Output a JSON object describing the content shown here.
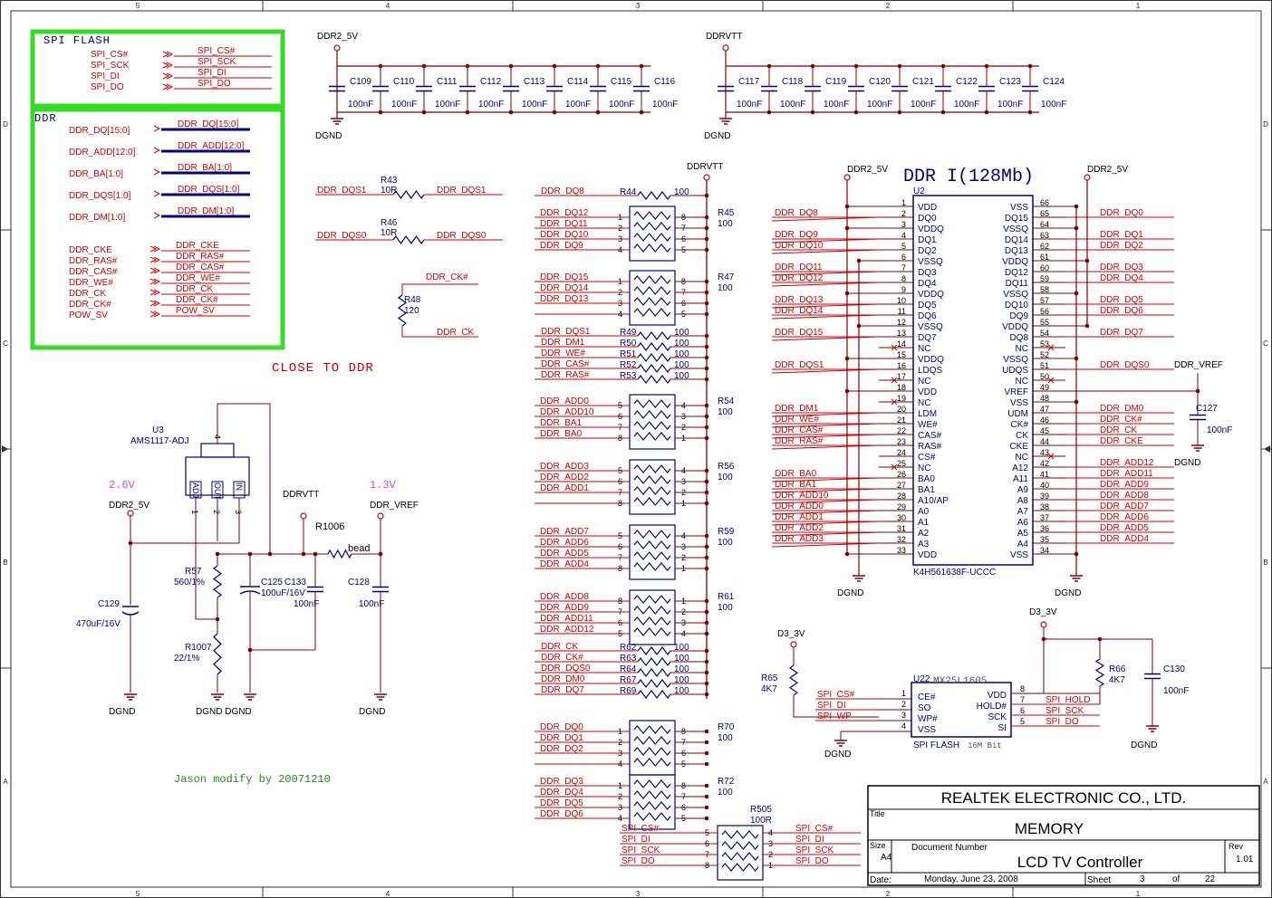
{
  "border": {
    "cols": [
      "5",
      "4",
      "3",
      "2",
      "1"
    ],
    "rows": [
      "D",
      "C",
      "B",
      "A"
    ]
  },
  "boxes": {
    "spi_title": "SPI FLASH",
    "spi_ports": [
      "SPI_CS#",
      "SPI_SCK",
      "SPI_DI",
      "SPI_DO"
    ],
    "spi_nets": [
      "SPI_CS#",
      "SPI_SCK",
      "SPI_DI",
      "SPI_DO"
    ],
    "ddr_title": "DDR",
    "ddr_bus_ports": [
      "DDR_DQ[15:0]",
      "DDR_ADD[12:0]",
      "DDR_BA[1:0]",
      "DDR_DQS[1:0]",
      "DDR_DM[1:0]"
    ],
    "ddr_bus_nets": [
      "DDR_DQ[15:0]",
      "DDR_ADD[12:0]",
      "DDR_BA[1:0]",
      "DDR_DQS[1:0]",
      "DDR_DM[1:0]"
    ],
    "ddr_ctl_ports": [
      "DDR_CKE",
      "DDR_RAS#",
      "DDR_CAS#",
      "DDR_WE#",
      "DDR_CK",
      "DDR_CK#",
      "POW_SV"
    ],
    "ddr_ctl_nets": [
      "DDR_CKE",
      "DDR_RAS#",
      "DDR_CAS#",
      "DDR_WE#",
      "DDR_CK",
      "DDR_CK#",
      "POW_SV"
    ]
  },
  "close_note": "CLOSE TO DDR",
  "caps_left": {
    "rail": "DDR2_5V",
    "gnd": "DGND",
    "refs": [
      "C109",
      "C110",
      "C111",
      "C112",
      "C113",
      "C114",
      "C115",
      "C116"
    ],
    "vals": [
      "100nF",
      "100nF",
      "100nF",
      "100nF",
      "100nF",
      "100nF",
      "100nF",
      "100nF"
    ]
  },
  "caps_right": {
    "rail": "DDRVTT",
    "gnd": "DGND",
    "refs": [
      "C117",
      "C118",
      "C119",
      "C120",
      "C121",
      "C122",
      "C123",
      "C124"
    ],
    "vals": [
      "100nF",
      "100nF",
      "100nF",
      "100nF",
      "100nF",
      "100nF",
      "100nF",
      "100nF"
    ]
  },
  "dqs_res": {
    "r43": {
      "ref": "R43",
      "val": "10R",
      "left": "DDR_DQS1",
      "right": "DDR_DQS1"
    },
    "r46": {
      "ref": "R46",
      "val": "10R",
      "left": "DDR_DQS0",
      "right": "DDR_DQS0"
    },
    "r48": {
      "ref": "R48",
      "val": "120",
      "top": "DDR_CK#",
      "bottom": "DDR_CK"
    }
  },
  "termination": {
    "rail": "DDRVTT",
    "singles": [
      {
        "ref": "R44",
        "val": "100",
        "net": "DDR_DQ8"
      },
      {
        "ref": "R49",
        "val": "100",
        "net": "DDR_DQS1"
      },
      {
        "ref": "R50",
        "val": "100",
        "net": "DDR_DM1"
      },
      {
        "ref": "R51",
        "val": "100",
        "net": "DDR_WE#"
      },
      {
        "ref": "R52",
        "val": "100",
        "net": "DDR_CAS#"
      },
      {
        "ref": "R53",
        "val": "100",
        "net": "DDR_RAS#"
      },
      {
        "ref": "R62",
        "val": "100",
        "net": "DDR_CK"
      },
      {
        "ref": "R63",
        "val": "100",
        "net": "DDR_CK#"
      },
      {
        "ref": "R64",
        "val": "100",
        "net": "DDR_DQS0"
      },
      {
        "ref": "R67",
        "val": "100",
        "net": "DDR_DM0"
      },
      {
        "ref": "R69",
        "val": "100",
        "net": "DDR_DQ7"
      }
    ],
    "packs": [
      {
        "ref": "R45",
        "val": "100",
        "nets": [
          "DDR_DQ12",
          "DDR_DQ11",
          "DDR_DQ10",
          "DDR_DQ9"
        ],
        "lp": [
          "1",
          "2",
          "3",
          "4"
        ],
        "rp": [
          "8",
          "7",
          "6",
          "5"
        ]
      },
      {
        "ref": "R47",
        "val": "100",
        "nets": [
          "DDR_DQ15",
          "DDR_DQ14",
          "DDR_DQ13",
          ""
        ],
        "lp": [
          "1",
          "2",
          "3",
          "4"
        ],
        "rp": [
          "8",
          "7",
          "6",
          "5"
        ]
      },
      {
        "ref": "R54",
        "val": "100",
        "nets": [
          "DDR_ADD0",
          "DDR_ADD10",
          "DDR_BA1",
          "DDR_BA0"
        ],
        "lp": [
          "5",
          "6",
          "7",
          "8"
        ],
        "rp": [
          "4",
          "3",
          "2",
          "1"
        ]
      },
      {
        "ref": "R56",
        "val": "100",
        "nets": [
          "DDR_ADD3",
          "DDR_ADD2",
          "DDR_ADD1",
          ""
        ],
        "lp": [
          "5",
          "6",
          "7",
          "8"
        ],
        "rp": [
          "4",
          "3",
          "2",
          "1"
        ]
      },
      {
        "ref": "R59",
        "val": "100",
        "nets": [
          "DDR_ADD7",
          "DDR_ADD6",
          "DDR_ADD5",
          "DDR_ADD4"
        ],
        "lp": [
          "5",
          "6",
          "7",
          "8"
        ],
        "rp": [
          "4",
          "3",
          "2",
          "1"
        ]
      },
      {
        "ref": "R61",
        "val": "100",
        "nets": [
          "DDR_ADD8",
          "DDR_ADD9",
          "DDR_ADD11",
          "DDR_ADD12"
        ],
        "lp": [
          "8",
          "7",
          "6",
          "5"
        ],
        "rp": [
          "1",
          "2",
          "3",
          "4"
        ]
      },
      {
        "ref": "R70",
        "val": "100",
        "nets": [
          "DDR_DQ0",
          "DDR_DQ1",
          "DDR_DQ2",
          ""
        ],
        "lp": [
          "1",
          "2",
          "3",
          "4"
        ],
        "rp": [
          "8",
          "7",
          "6",
          "5"
        ]
      },
      {
        "ref": "R72",
        "val": "100",
        "nets": [
          "DDR_DQ3",
          "DDR_DQ4",
          "DDR_DQ5",
          "DDR_DQ6"
        ],
        "lp": [
          "1",
          "2",
          "3",
          "4"
        ],
        "rp": [
          "8",
          "7",
          "6",
          "5"
        ]
      }
    ]
  },
  "r505": {
    "ref": "R505",
    "val": "100R",
    "left": [
      "SPI_CS#",
      "SPI_DI",
      "SPI_SCK",
      "SPI_DO"
    ],
    "lp": [
      "5",
      "6",
      "7",
      "8"
    ],
    "right": [
      "SPI_CS#",
      "SPI_DI",
      "SPI_SCK",
      "SPI_DO"
    ],
    "rp": [
      "4",
      "3",
      "2",
      "1"
    ]
  },
  "ddr_chip": {
    "title": "DDR I(128Mb)",
    "ref": "U2",
    "part": "K4H561638F-UCCC",
    "rail_left": "DDR2_5V",
    "rail_right": "DDR2_5V",
    "gnd_left": "DGND",
    "gnd_right": "DGND",
    "vref": "DDR_VREF",
    "cap_ref": "C127",
    "cap_val": "100nF",
    "cap_gnd": "DGND",
    "left_pins": [
      {
        "n": "1",
        "name": "VDD",
        "net": ""
      },
      {
        "n": "2",
        "name": "DQ0",
        "net": "DDR_DQ8"
      },
      {
        "n": "3",
        "name": "VDDQ",
        "net": ""
      },
      {
        "n": "4",
        "name": "DQ1",
        "net": "DDR_DQ9"
      },
      {
        "n": "5",
        "name": "DQ2",
        "net": "DDR_DQ10"
      },
      {
        "n": "6",
        "name": "VSSQ",
        "net": ""
      },
      {
        "n": "7",
        "name": "DQ3",
        "net": "DDR_DQ11"
      },
      {
        "n": "8",
        "name": "DQ4",
        "net": "DDR_DQ12"
      },
      {
        "n": "9",
        "name": "VDDQ",
        "net": ""
      },
      {
        "n": "10",
        "name": "DQ5",
        "net": "DDR_DQ13"
      },
      {
        "n": "11",
        "name": "DQ6",
        "net": "DDR_DQ14"
      },
      {
        "n": "12",
        "name": "VSSQ",
        "net": ""
      },
      {
        "n": "13",
        "name": "DQ7",
        "net": "DDR_DQ15"
      },
      {
        "n": "14",
        "name": "NC",
        "net": ""
      },
      {
        "n": "15",
        "name": "VDDQ",
        "net": ""
      },
      {
        "n": "16",
        "name": "LDQS",
        "net": "DDR_DQS1"
      },
      {
        "n": "17",
        "name": "NC",
        "net": ""
      },
      {
        "n": "18",
        "name": "VDD",
        "net": ""
      },
      {
        "n": "19",
        "name": "NC",
        "net": ""
      },
      {
        "n": "20",
        "name": "LDM",
        "net": "DDR_DM1"
      },
      {
        "n": "21",
        "name": "WE#",
        "net": "DDR_WE#"
      },
      {
        "n": "22",
        "name": "CAS#",
        "net": "DDR_CAS#"
      },
      {
        "n": "23",
        "name": "RAS#",
        "net": "DDR_RAS#"
      },
      {
        "n": "24",
        "name": "CS#",
        "net": ""
      },
      {
        "n": "25",
        "name": "NC",
        "net": ""
      },
      {
        "n": "26",
        "name": "BA0",
        "net": "DDR_BA0"
      },
      {
        "n": "27",
        "name": "BA1",
        "net": "DDR_BA1"
      },
      {
        "n": "28",
        "name": "A10/AP",
        "net": "DDR_ADD10"
      },
      {
        "n": "29",
        "name": "A0",
        "net": "DDR_ADD0"
      },
      {
        "n": "30",
        "name": "A1",
        "net": "DDR_ADD1"
      },
      {
        "n": "31",
        "name": "A2",
        "net": "DDR_ADD2"
      },
      {
        "n": "32",
        "name": "A3",
        "net": "DDR_ADD3"
      },
      {
        "n": "33",
        "name": "VDD",
        "net": ""
      }
    ],
    "right_pins": [
      {
        "n": "66",
        "name": "VSS",
        "net": ""
      },
      {
        "n": "65",
        "name": "DQ15",
        "net": "DDR_DQ0"
      },
      {
        "n": "64",
        "name": "VSSQ",
        "net": ""
      },
      {
        "n": "63",
        "name": "DQ14",
        "net": "DDR_DQ1"
      },
      {
        "n": "62",
        "name": "DQ13",
        "net": "DDR_DQ2"
      },
      {
        "n": "61",
        "name": "VDDQ",
        "net": ""
      },
      {
        "n": "60",
        "name": "DQ12",
        "net": "DDR_DQ3"
      },
      {
        "n": "59",
        "name": "DQ11",
        "net": "DDR_DQ4"
      },
      {
        "n": "58",
        "name": "VSSQ",
        "net": ""
      },
      {
        "n": "57",
        "name": "DQ10",
        "net": "DDR_DQ5"
      },
      {
        "n": "56",
        "name": "DQ9",
        "net": "DDR_DQ6"
      },
      {
        "n": "55",
        "name": "VDDQ",
        "net": ""
      },
      {
        "n": "54",
        "name": "DQ8",
        "net": "DDR_DQ7"
      },
      {
        "n": "53",
        "name": "NC",
        "net": ""
      },
      {
        "n": "52",
        "name": "VSSQ",
        "net": ""
      },
      {
        "n": "51",
        "name": "UDQS",
        "net": "DDR_DQS0"
      },
      {
        "n": "50",
        "name": "NC",
        "net": ""
      },
      {
        "n": "49",
        "name": "VREF",
        "net": ""
      },
      {
        "n": "48",
        "name": "VSS",
        "net": ""
      },
      {
        "n": "47",
        "name": "UDM",
        "net": "DDR_DM0"
      },
      {
        "n": "46",
        "name": "CK#",
        "net": "DDR_CK#"
      },
      {
        "n": "45",
        "name": "CK",
        "net": "DDR_CK"
      },
      {
        "n": "44",
        "name": "CKE",
        "net": "DDR_CKE"
      },
      {
        "n": "43",
        "name": "NC",
        "net": ""
      },
      {
        "n": "42",
        "name": "A12",
        "net": "DDR_ADD12"
      },
      {
        "n": "41",
        "name": "A11",
        "net": "DDR_ADD11"
      },
      {
        "n": "40",
        "name": "A9",
        "net": "DDR_ADD9"
      },
      {
        "n": "39",
        "name": "A8",
        "net": "DDR_ADD8"
      },
      {
        "n": "38",
        "name": "A7",
        "net": "DDR_ADD7"
      },
      {
        "n": "37",
        "name": "A6",
        "net": "DDR_ADD6"
      },
      {
        "n": "36",
        "name": "A5",
        "net": "DDR_ADD5"
      },
      {
        "n": "35",
        "name": "A4",
        "net": "DDR_ADD4"
      },
      {
        "n": "34",
        "name": "VSS",
        "net": ""
      }
    ]
  },
  "regulator": {
    "ref": "U3",
    "part": "AMS1117-ADJ",
    "pin_labels": [
      "ADJ",
      "OUT",
      "IN"
    ],
    "pins": [
      "1",
      "2",
      "3",
      "4"
    ],
    "v_in": "2.6V",
    "v_out": "1.3V",
    "rail_in": "DDR2_5V",
    "rail_out": "DDRVTT",
    "rail_vref": "DDR_VREF",
    "bead_ref": "R1006",
    "bead_val": "bead",
    "r57_ref": "R57",
    "r57_val": "560/1%",
    "r1007_ref": "R1007",
    "r1007_val": "22/1%",
    "c129_ref": "C129",
    "c129_val": "470uF/16V",
    "c125_ref": "C125",
    "c125_val": "100uF/16V",
    "c133_ref": "C133",
    "c133_val": "100nF",
    "c128_ref": "C128",
    "c128_val": "100nF",
    "gnd": "DGND",
    "gnd_pair": "DGND DGND"
  },
  "spi_flash": {
    "ref": "U22",
    "part": "MX25L1605",
    "label": "SPI FLASH",
    "size": "16M Bit",
    "rail": "D3_3V",
    "rail2": "D3_3V",
    "r65_ref": "R65",
    "r65_val": "4K7",
    "r66_ref": "R66",
    "r66_val": "4K7",
    "c130_ref": "C130",
    "c130_val": "100nF",
    "gnd": "DGND",
    "gnd2": "DGND",
    "left_pins": [
      {
        "n": "1",
        "name": "CE#",
        "net": "SPI_CS#"
      },
      {
        "n": "2",
        "name": "SO",
        "net": "SPI_DI"
      },
      {
        "n": "3",
        "name": "WP#",
        "net": "SPI_WP"
      },
      {
        "n": "4",
        "name": "VSS",
        "net": ""
      }
    ],
    "right_pins": [
      {
        "n": "8",
        "name": "VDD",
        "net": ""
      },
      {
        "n": "7",
        "name": "HOLD#",
        "net": "SPI_HOLD"
      },
      {
        "n": "6",
        "name": "SCK",
        "net": "SPI_SCK"
      },
      {
        "n": "5",
        "name": "SI",
        "net": "SPI_DO"
      }
    ]
  },
  "modify_note": "Jason modify by 20071210",
  "title_block": {
    "company": "REALTEK  ELECTRONIC  CO.,  LTD.",
    "title_label": "Title",
    "title": "MEMORY",
    "size_label": "Size",
    "size": "A4",
    "doc_label": "Document Number",
    "doc": "LCD TV Controller",
    "rev_label": "Rev",
    "rev": "1.01",
    "date_label": "Date:",
    "date": "Monday, June 23, 2008",
    "sheet_label": "Sheet",
    "sheet": "3",
    "of_label": "of",
    "sheets": "22"
  }
}
